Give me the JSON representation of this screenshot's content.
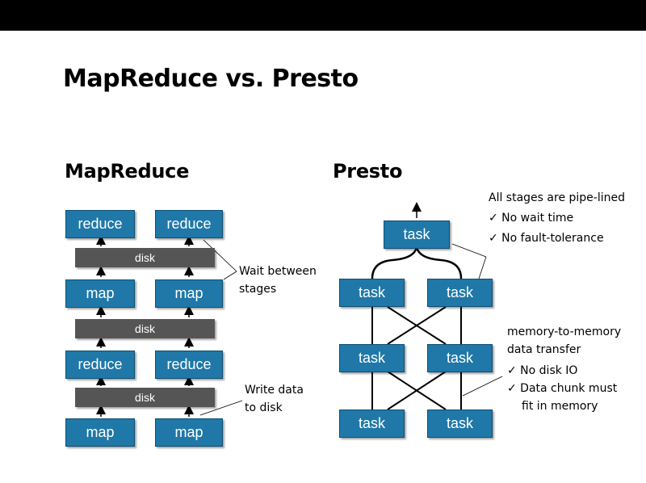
{
  "title": "MapReduce vs. Presto",
  "mapreduce": {
    "heading": "MapReduce",
    "reduce_label": "reduce",
    "map_label": "map",
    "disk_label": "disk",
    "note_wait_line1": "Wait between",
    "note_wait_line2": "stages",
    "note_write_line1": "Write data",
    "note_write_line2": "to disk"
  },
  "presto": {
    "heading": "Presto",
    "task_label": "task",
    "note_pipeline": "All stages are pipe-lined",
    "note_no_wait": "✓ No wait time",
    "note_no_fault": "✓ No fault-tolerance",
    "note_mem_line1": "memory-to-memory",
    "note_mem_line2": "data transfer",
    "note_no_disk": "✓ No disk IO",
    "note_chunk_line1": "✓ Data chunk must",
    "note_chunk_line2": "fit in memory"
  }
}
